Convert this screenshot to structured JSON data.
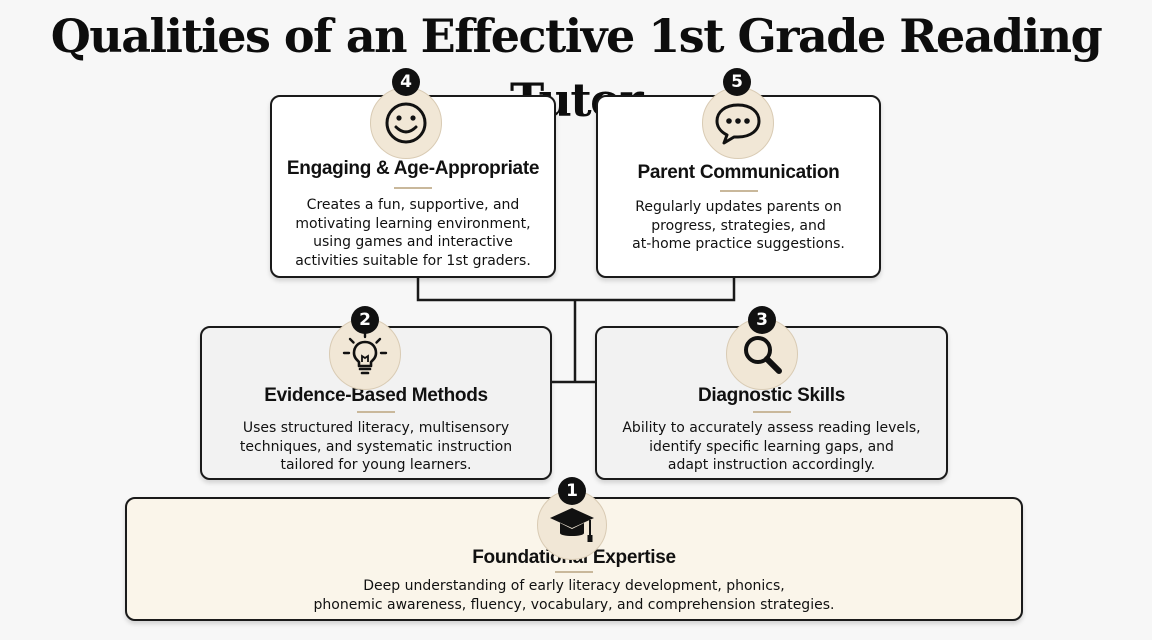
{
  "title": "Qualities of an Effective 1st Grade Reading Tutor",
  "colors": {
    "icon_circle": "#f1e7d6",
    "divider": "#c9b89b",
    "base_card": "#faf5ea",
    "mid_card": "#f2f2f2",
    "badge": "#111111"
  },
  "qualities": [
    {
      "number": "1",
      "icon": "graduation-cap-icon",
      "title": "Foundational Expertise",
      "lines": [
        "Deep understanding of early literacy development, phonics,",
        "phonemic awareness, fluency, vocabulary, and comprehension strategies."
      ]
    },
    {
      "number": "2",
      "icon": "lightbulb-icon",
      "title": "Evidence-Based Methods",
      "lines": [
        "Uses structured literacy, multisensory",
        "techniques, and systematic instruction",
        "tailored for young learners."
      ]
    },
    {
      "number": "3",
      "icon": "magnifying-glass-icon",
      "title": "Diagnostic Skills",
      "lines": [
        "Ability to accurately assess reading levels,",
        "identify specific learning gaps, and",
        "adapt instruction accordingly."
      ]
    },
    {
      "number": "4",
      "icon": "smiley-face-icon",
      "title": "Engaging & Age-Appropriate",
      "lines": [
        "Creates a fun, supportive, and",
        "motivating learning environment,",
        "using games and interactive",
        "activities suitable for 1st graders."
      ]
    },
    {
      "number": "5",
      "icon": "speech-bubble-icon",
      "title": "Parent Communication",
      "lines": [
        "Regularly updates parents on",
        "progress, strategies, and",
        "at-home practice suggestions."
      ]
    }
  ]
}
